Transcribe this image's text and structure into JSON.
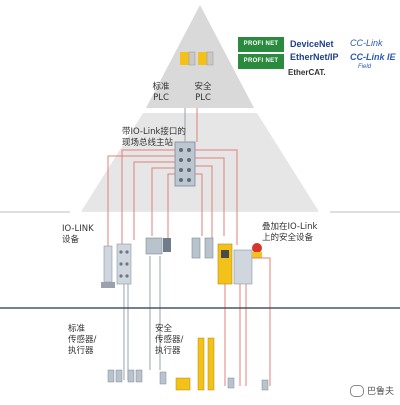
{
  "labels": {
    "std_plc": "标准\nPLC",
    "safe_plc": "安全\nPLC",
    "fieldbus_master": "带IO-Link接口的\n现场总线主站",
    "iolink_devices": "IO-LINK\n设备",
    "safety_over_iolink": "叠加在IO-Link\n上的安全设备",
    "std_sensors": "标准\n传感器/\n执行器",
    "safe_sensors": "安全\n传感器/\n执行器"
  },
  "logos": {
    "profinet_1": "PROFI NET",
    "profinet_2": "PROFI NET",
    "devicenet": "DeviceNet",
    "ethernetip": "EtherNet/IP",
    "ethercat": "EtherCAT.",
    "cclink": "CC-Link",
    "cclink_ie": "CC-Link IE",
    "cclink_ie_sub": "Field"
  },
  "watermark": "巴鲁夫",
  "colors": {
    "pyramid_top": "#d6d6d6",
    "pyramid_mid": "#e6e6e6",
    "line_red": "#e0807a",
    "line_grey": "#9aa3ad",
    "accent_yellow": "#f2c21a",
    "badge_green": "#2a8a3e"
  }
}
